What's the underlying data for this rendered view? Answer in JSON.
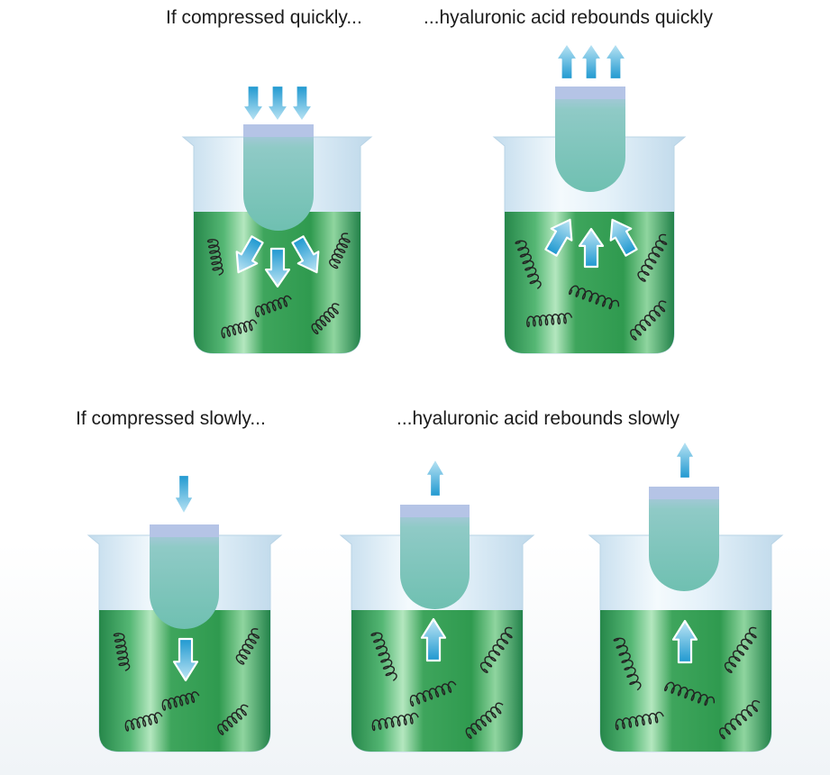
{
  "captions": {
    "fast_compress": "If compressed quickly...",
    "fast_rebound": "...hyaluronic acid rebounds quickly",
    "slow_compress": "If compressed slowly...",
    "slow_rebound": "...hyaluronic acid rebounds slowly"
  },
  "colors": {
    "liquid": "#2f9a4f",
    "liquid_highlight": "#9fdcae",
    "glass": "#cfe5f2",
    "plunger_top": "#b4c7e6",
    "plunger_body": "#74c2b4",
    "arrow": "#29a3d8",
    "spring": "#222222"
  },
  "icons": {
    "arrow": "arrow-icon",
    "spring": "spring-coil-icon",
    "beaker": "beaker-icon",
    "plunger": "plunger-icon"
  }
}
